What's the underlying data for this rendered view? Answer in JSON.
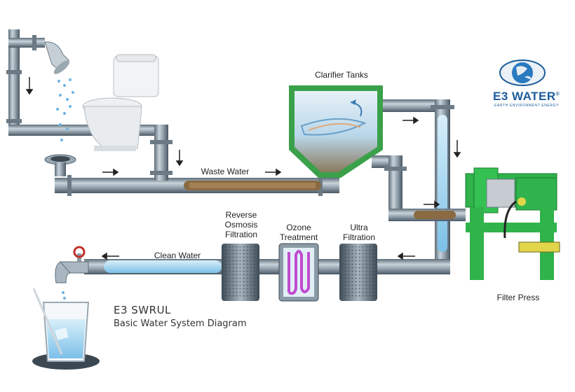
{
  "logo": {
    "brand": "E3 WATER",
    "trademark": "®",
    "tagline": "EARTH ENVIRONMENT ENERGY"
  },
  "labels": {
    "clarifier": "Clarifier Tanks",
    "waste_water": "Waste Water",
    "clean_water": "Clean Water",
    "filter_press": "Filter Press",
    "ro_line1": "Reverse",
    "ro_line2": "Osmosis",
    "ro_line3": "Filtration",
    "ozone_line1": "Ozone",
    "ozone_line2": "Treatment",
    "ultra_line1": "Ultra",
    "ultra_line2": "Filtration"
  },
  "title": {
    "line1": "E3 SWRUL",
    "line2": "Basic Water System Diagram"
  },
  "colors": {
    "pipe": "#8a9aa6",
    "pipe_dark": "#4f5f6b",
    "tank_frame": "#3aa14a",
    "press_green": "#2fb34a",
    "water_blue": "#9cd0ef",
    "sludge": "#7a5a36",
    "brand_blue": "#1c5c9a"
  }
}
